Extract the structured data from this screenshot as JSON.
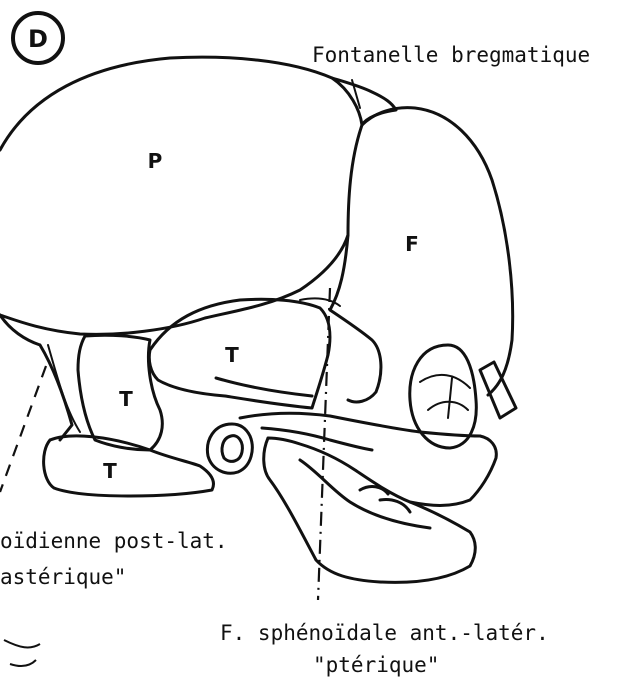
{
  "panel_label": "D",
  "bone_labels": {
    "parietal": "P",
    "frontal": "F",
    "temporal_upper": "T",
    "temporal_mid": "T",
    "temporal_lower": "T"
  },
  "annotations": {
    "bregmatic": "Fontanelle bregmatique",
    "mastoid_line1": "oïdienne post-lat.",
    "mastoid_line2": "astérique\"",
    "sphenoid_line1": "F. sphénoïdale ant.-latér.",
    "sphenoid_line2": "\"ptérique\""
  },
  "colors": {
    "ink": "#111111",
    "paper": "#ffffff"
  }
}
